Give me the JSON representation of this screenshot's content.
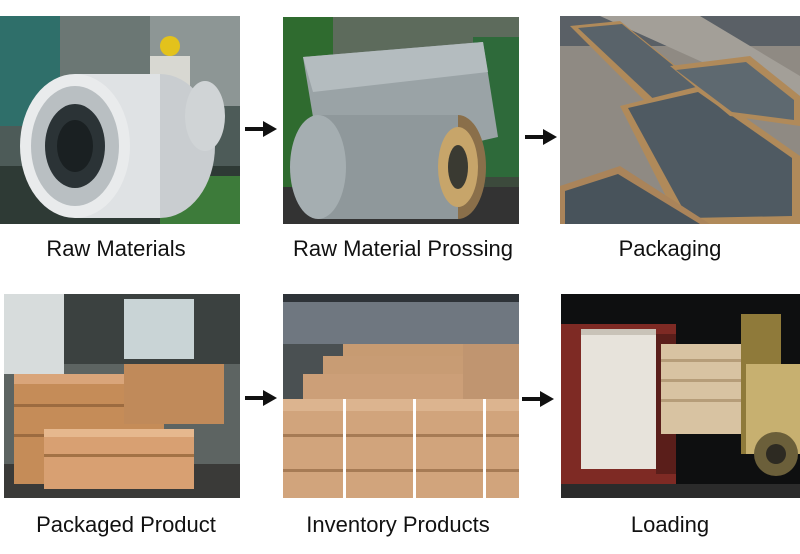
{
  "steps": [
    {
      "label": "Raw Materials"
    },
    {
      "label": "Raw Material Prossing"
    },
    {
      "label": "Packaging"
    },
    {
      "label": "Packaged Product"
    },
    {
      "label": "Inventory Products"
    },
    {
      "label": "Loading"
    }
  ],
  "icons": {
    "arrow": "arrow-right-icon"
  },
  "colors": {
    "arrow": "#111111",
    "caption": "#111111",
    "background": "#ffffff"
  }
}
